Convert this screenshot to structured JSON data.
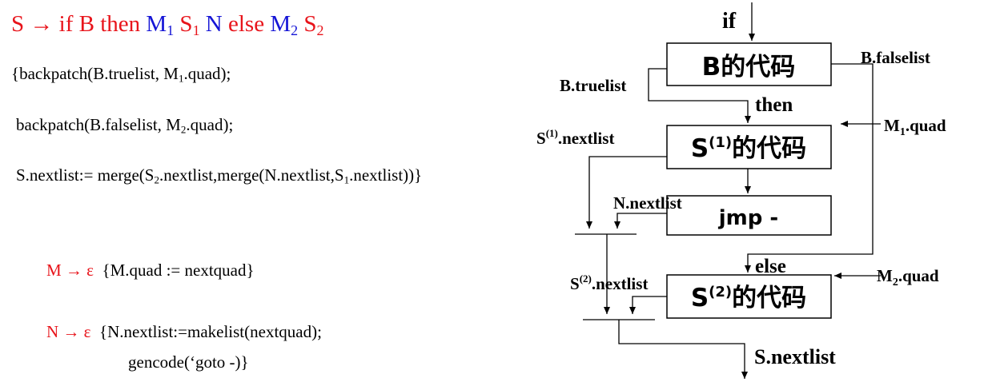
{
  "rules": {
    "main": {
      "lhs": "S",
      "arrow": "→",
      "if_kw": "if B then",
      "m1": "M",
      "m1_sub": "1",
      "s1": "S",
      "s1_sub": "1",
      "n": "N",
      "else_kw": "else",
      "m2": "M",
      "m2_sub": "2",
      "s2": "S",
      "s2_sub": "2"
    },
    "line1": {
      "pre": "{backpatch(B.truelist, M",
      "sub": "1",
      "post": ".quad);"
    },
    "line2": {
      "pre": "backpatch(B.falselist, M",
      "sub": "2",
      "post": ".quad);"
    },
    "line3": {
      "pre": "S.nextlist:= merge(S",
      "sub1": "2",
      "mid": ".nextlist,merge(N.nextlist,S",
      "sub2": "1",
      "post": ".nextlist))}"
    },
    "m_rule": {
      "lhs": "M → ε",
      "action": "{M.quad := nextquad}"
    },
    "n_rule": {
      "lhs": "N → ε",
      "action": "{N.nextlist:=makelist(nextquad);",
      "action2": "gencode(‘goto -)}"
    }
  },
  "diagram": {
    "if_label": "if",
    "box_b": "B的代码",
    "falselist_label": "B.falselist",
    "truelist_label": "B.truelist",
    "then_label": "then",
    "m1quad": {
      "pre": "M",
      "sub": "1",
      "post": ".quad"
    },
    "s1nextlist": {
      "pre": "S",
      "sup": "(1)",
      "post": ".nextlist"
    },
    "box_s1": {
      "pre": "S",
      "sup": "(1)",
      "post": "的代码"
    },
    "nnextlist_label": "N.nextlist",
    "box_jmp": "jmp -",
    "else_label": "else",
    "m2quad": {
      "pre": "M",
      "sub": "2",
      "post": ".quad"
    },
    "s2nextlist": {
      "pre": "S",
      "sup": "(2)",
      "post": ".nextlist"
    },
    "box_s2": {
      "pre": "S",
      "sup": "(2)",
      "post": "的代码"
    },
    "snextlist_label": "S.nextlist"
  },
  "colors": {
    "red": "#e8141b",
    "blue": "#1515d6"
  }
}
